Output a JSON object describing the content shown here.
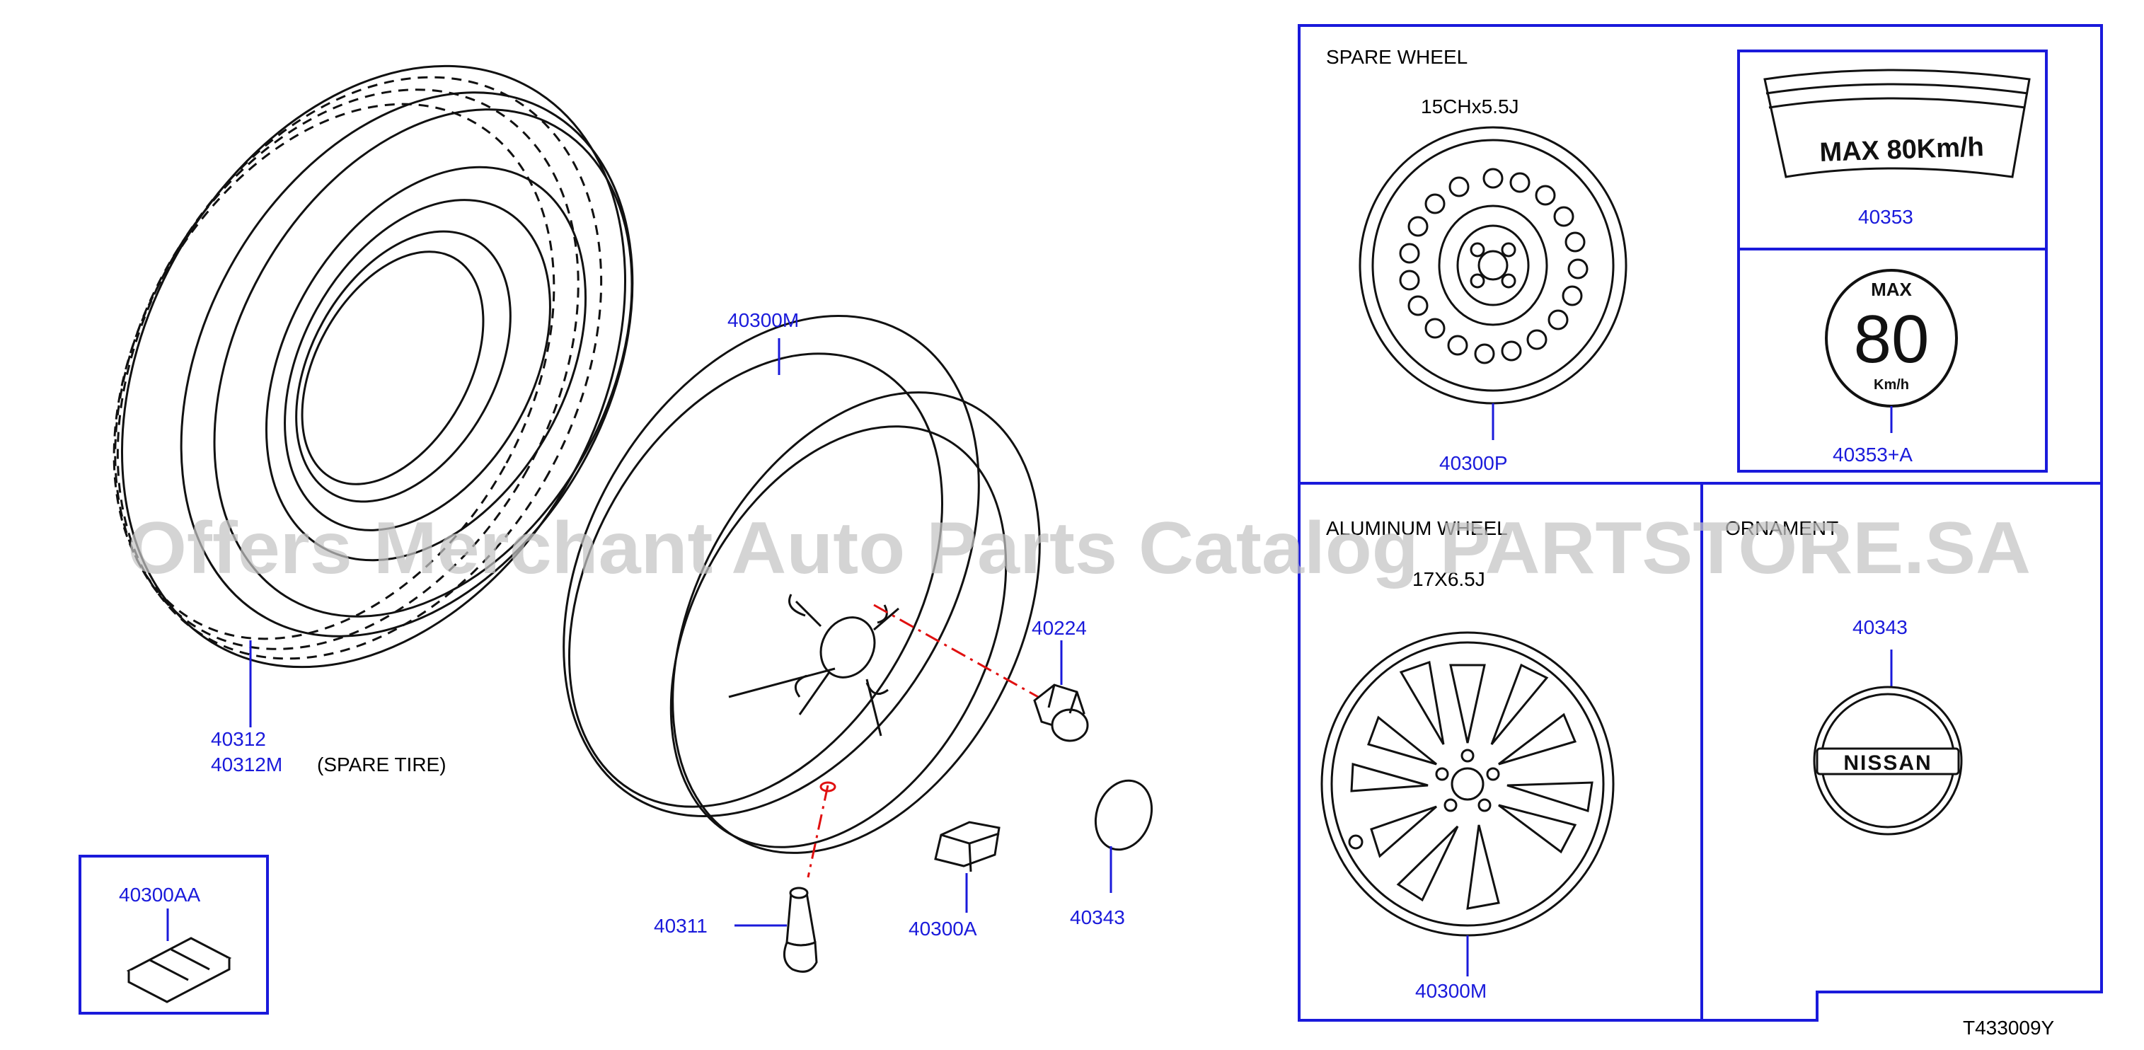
{
  "diagram_code": "T433009Y",
  "watermark": "Offers Merchant Auto Parts Catalog PARTSTORE.SA",
  "parts": {
    "tire": [
      "40312",
      "40312M"
    ],
    "tire_note": "(SPARE   TIRE)",
    "wheel": "40300M",
    "nut": "40224",
    "valve": "40311",
    "weight": "40300A",
    "cap": "40343",
    "weight_kit": "40300AA"
  },
  "spare_wheel": {
    "title": "SPARE   WHEEL",
    "size": "15CHx5.5J",
    "part": "40300P",
    "label_part": "40353",
    "label_text": "MAX 80Km/h",
    "sticker_part": "40353+A",
    "sticker_max": "MAX",
    "sticker_speed": "80",
    "sticker_unit": "Km/h"
  },
  "aluminum_wheel": {
    "title": "ALUMINUM   WHEEL",
    "size": "17X6.5J",
    "part": "40300M"
  },
  "ornament": {
    "title": "ORNAMENT",
    "part": "40343",
    "brand": "NISSAN"
  }
}
